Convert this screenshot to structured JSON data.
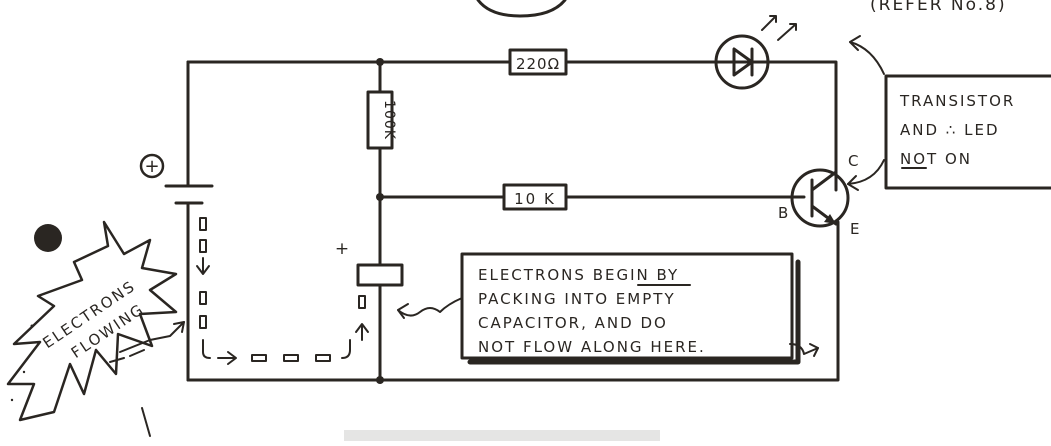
{
  "top_right_note": "(REFER No.8)",
  "components": {
    "resistor_top": "220Ω",
    "resistor_vertical": "100K",
    "resistor_base": "10 K",
    "battery_plus": "+",
    "capacitor_plus": "+"
  },
  "transistor_pins": {
    "collector": "C",
    "base": "B",
    "emitter": "E"
  },
  "transistor_note": {
    "line1": "TRANSISTOR",
    "line2": "AND ∴ LED",
    "line3": "NOT ON"
  },
  "capacitor_note": {
    "line1": "ELECTRONS BEGIN BY",
    "line2": "PACKING INTO EMPTY",
    "line3": "CAPACITOR, AND DO",
    "line4": "NOT FLOW ALONG HERE."
  },
  "electrons_flowing": {
    "line1": "ELECTRONS",
    "line2": "FLOWING"
  },
  "colors": {
    "ink": "#2a2622",
    "paper": "#ffffff"
  }
}
